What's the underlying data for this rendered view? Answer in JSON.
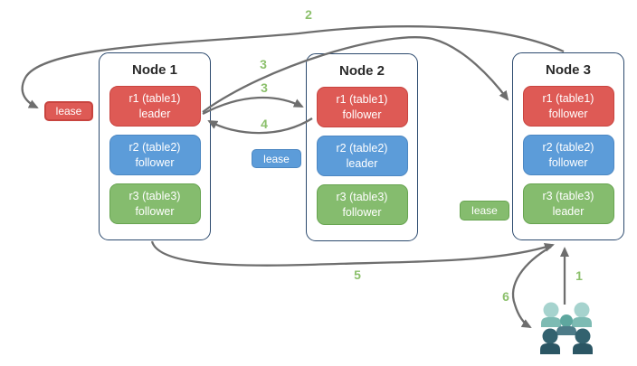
{
  "diagram": {
    "nodes": [
      {
        "title": "Node 1",
        "replicas": [
          {
            "name": "r1 (table1)",
            "role": "leader",
            "color": "#DE5A55"
          },
          {
            "name": "r2 (table2)",
            "role": "follower",
            "color": "#5C9CD9"
          },
          {
            "name": "r3 (table3)",
            "role": "follower",
            "color": "#85BC6E"
          }
        ]
      },
      {
        "title": "Node 2",
        "replicas": [
          {
            "name": "r1 (table1)",
            "role": "follower",
            "color": "#DE5A55"
          },
          {
            "name": "r2 (table2)",
            "role": "leader",
            "color": "#5C9CD9"
          },
          {
            "name": "r3 (table3)",
            "role": "follower",
            "color": "#85BC6E"
          }
        ]
      },
      {
        "title": "Node 3",
        "replicas": [
          {
            "name": "r1 (table1)",
            "role": "follower",
            "color": "#DE5A55"
          },
          {
            "name": "r2 (table2)",
            "role": "follower",
            "color": "#5C9CD9"
          },
          {
            "name": "r3 (table3)",
            "role": "leader",
            "color": "#85BC6E"
          }
        ]
      }
    ],
    "leases": [
      {
        "label": "lease",
        "color": "#DE5A55"
      },
      {
        "label": "lease",
        "color": "#5C9CD9"
      },
      {
        "label": "lease",
        "color": "#85BC6E"
      }
    ],
    "steps": {
      "s1": "1",
      "s2": "2",
      "s3a": "3",
      "s3b": "3",
      "s4": "4",
      "s5": "5",
      "s6": "6"
    },
    "colors": {
      "range_red": "#DE5A55",
      "range_red_border": "#C8443F",
      "range_blue": "#5C9CD9",
      "range_blue_border": "#4C87C2",
      "range_green": "#85BC6E",
      "range_green_border": "#67A450",
      "node_border": "#2C4A6E",
      "arrow": "#6E6E6E",
      "step_label": "#8CC06C",
      "client_teal_light": "#A6D3CE",
      "client_teal": "#5EA79F",
      "client_slate": "#4D7B88",
      "client_dark": "#2B5664"
    },
    "icons": {
      "clients": "users-group-icon"
    }
  }
}
